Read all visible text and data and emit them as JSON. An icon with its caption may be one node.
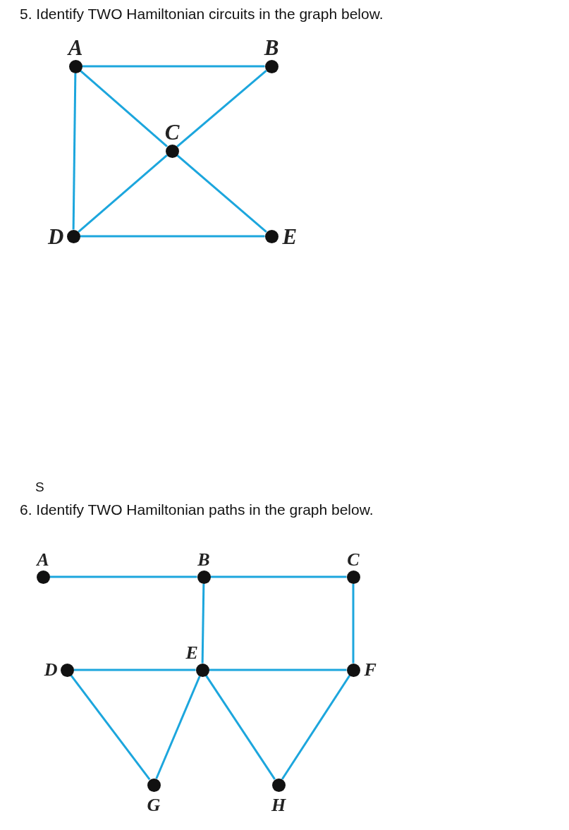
{
  "diagram": {
    "nodes": [
      {
        "text": [
          "A"
        ]
      },
      {
        "text": [
          "B"
        ]
      },
      {
        "text": [
          "C"
        ]
      },
      {
        "text": [
          "D"
        ]
      },
      {
        "text": [
          "E"
        ]
      },
      {
        "text": [
          "A"
        ]
      },
      {
        "text": [
          "B"
        ]
      },
      {
        "text": [
          "C"
        ]
      },
      {
        "text": [
          "D"
        ]
      },
      {
        "text": [
          "E"
        ]
      },
      {
        "text": [
          "F"
        ]
      },
      {
        "text": [
          "G"
        ]
      },
      {
        "text": [
          "H"
        ]
      }
    ],
    "edges": [
      {
        "from": 0,
        "to": 1,
        "arrow": "none"
      },
      {
        "from": 0,
        "to": 3,
        "arrow": "none"
      },
      {
        "from": 0,
        "to": 2,
        "arrow": "none"
      },
      {
        "from": 2,
        "to": 1,
        "arrow": "none"
      },
      {
        "from": 2,
        "to": 3,
        "arrow": "none"
      },
      {
        "from": 2,
        "to": 4,
        "arrow": "none"
      },
      {
        "from": 3,
        "to": 4,
        "arrow": "none"
      },
      {
        "from": 5,
        "to": 6,
        "arrow": "none"
      },
      {
        "from": 6,
        "to": 7,
        "arrow": "none"
      },
      {
        "from": 6,
        "to": 9,
        "arrow": "none"
      },
      {
        "from": 7,
        "to": 10,
        "arrow": "none"
      },
      {
        "from": 8,
        "to": 9,
        "arrow": "none"
      },
      {
        "from": 9,
        "to": 10,
        "arrow": "none"
      },
      {
        "from": 8,
        "to": 11,
        "arrow": "none"
      },
      {
        "from": 11,
        "to": 9,
        "arrow": "none"
      },
      {
        "from": 9,
        "to": 12,
        "arrow": "none"
      },
      {
        "from": 12,
        "to": 10,
        "arrow": "none"
      }
    ],
    "labels": [
      "5. Identify TWO Hamiltonian circuits in the graph below.",
      "S",
      "6. Identify TWO Hamiltonian paths in the graph below."
    ]
  }
}
